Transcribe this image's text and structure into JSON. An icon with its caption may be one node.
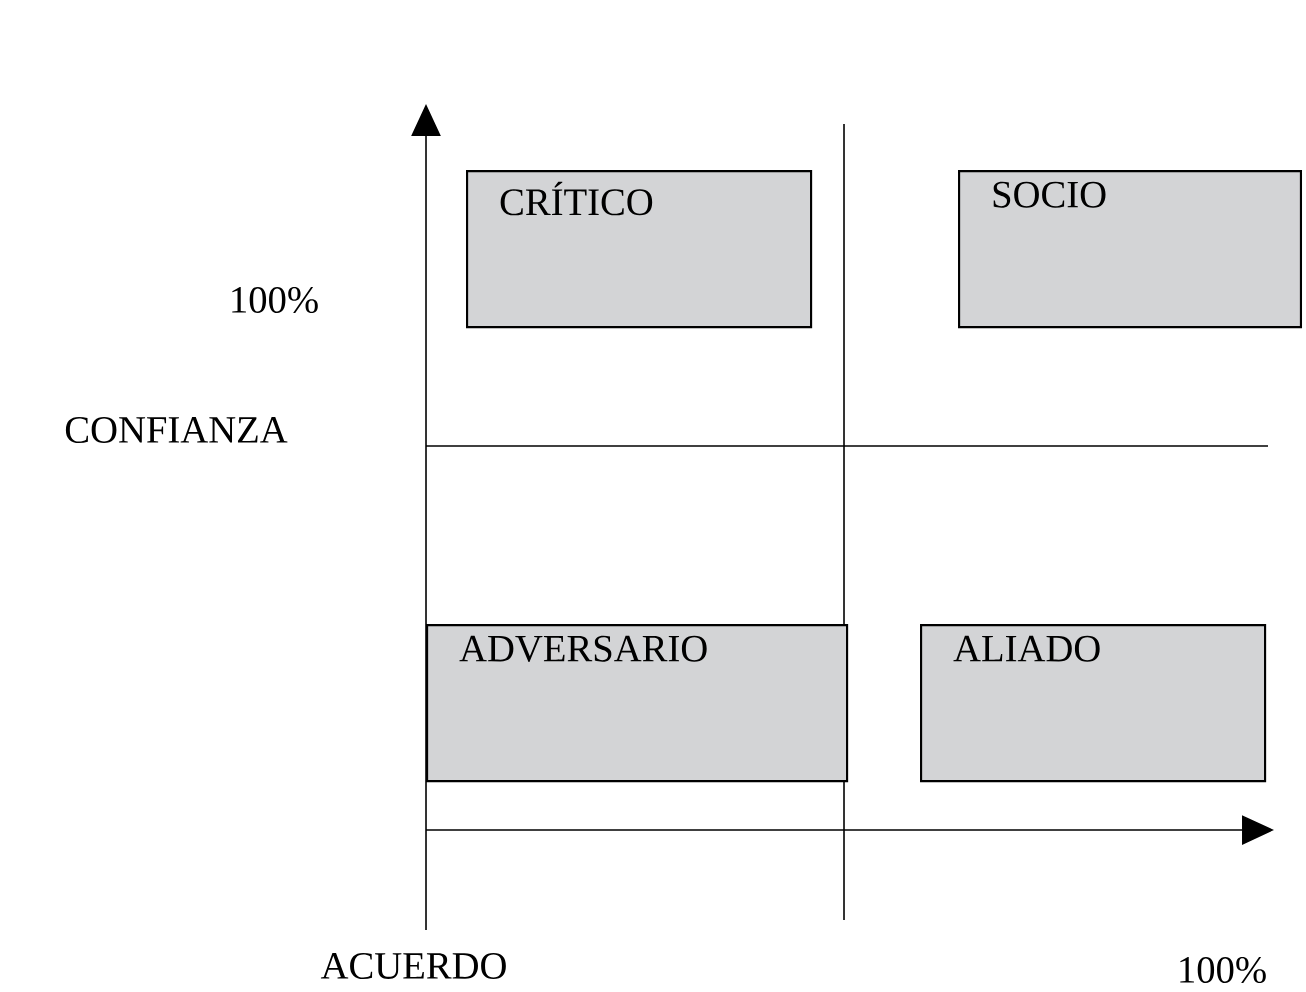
{
  "diagram": {
    "nodes": [
      {
        "text": [
          "CRÍTICO"
        ]
      },
      {
        "text": [
          "SOCIO"
        ]
      },
      {
        "text": [
          "ADVERSARIO"
        ]
      },
      {
        "text": [
          "ALIADO"
        ]
      }
    ],
    "labels": [
      "100%",
      "CONFIANZA",
      "ACUERDO",
      "100%"
    ]
  }
}
